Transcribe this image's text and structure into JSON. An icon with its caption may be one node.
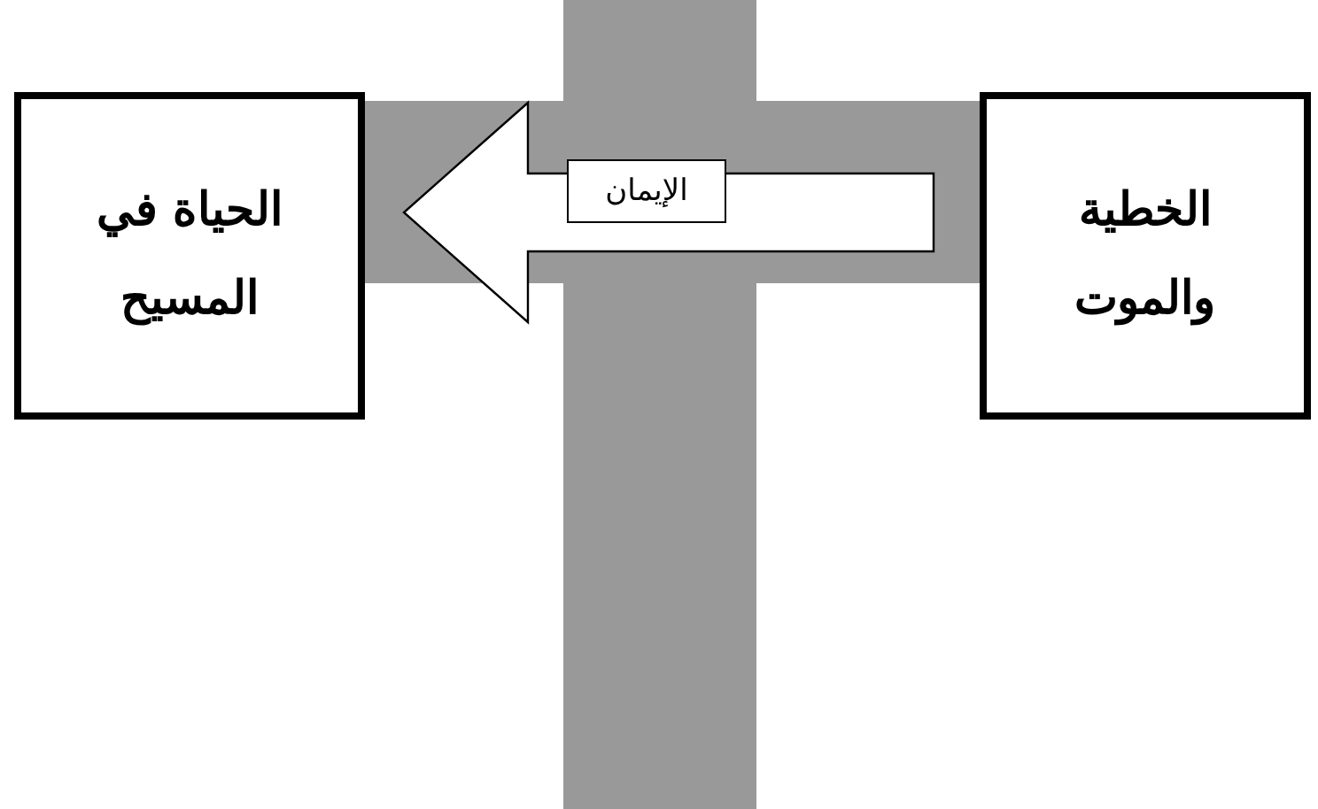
{
  "diagram": {
    "nodes": [
      {
        "text": [
          "الحياة في المسيح"
        ]
      },
      {
        "text": [
          "الخطية والموت"
        ]
      }
    ],
    "edges": [
      {
        "from": 1,
        "to": 0,
        "arrow": "to",
        "label": "الإيمان"
      }
    ]
  }
}
